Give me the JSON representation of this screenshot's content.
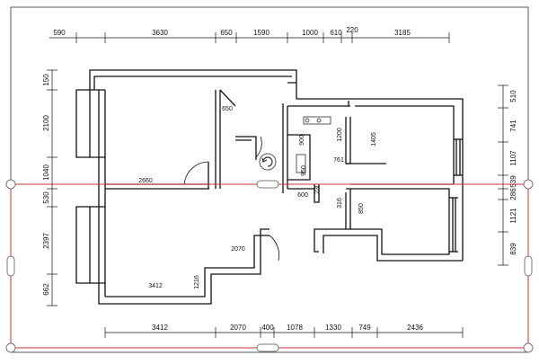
{
  "colors": {
    "wall": "#111111",
    "dimension": "#111111",
    "selection": "#cc3333",
    "handle_fill": "#ffffff",
    "handle_stroke": "#777777"
  },
  "icons": {
    "rotate": "rotate-icon"
  },
  "dims_top": [
    "590",
    "3630",
    "650",
    "1590",
    "1000",
    "610",
    "220",
    "3185"
  ],
  "dims_bottom": [
    "3412",
    "2070",
    "400",
    "1078",
    "1330",
    "749",
    "2436"
  ],
  "dims_left": [
    "150",
    "2100",
    "1040",
    "530",
    "2397",
    "662"
  ],
  "dims_right": [
    "510",
    "741",
    "1107",
    "539",
    "286",
    "1121",
    "839"
  ],
  "inner_labels": [
    "650",
    "900",
    "1200",
    "1405",
    "761",
    "950",
    "2660",
    "600",
    "230",
    "316",
    "850",
    "2070",
    "3412",
    "1216"
  ]
}
